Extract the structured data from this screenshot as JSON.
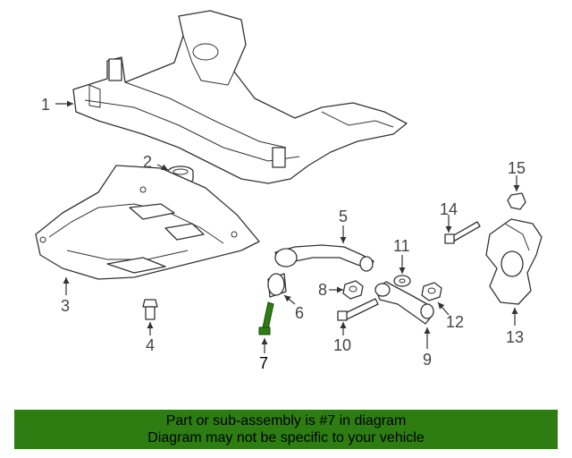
{
  "callouts": [
    "1",
    "2",
    "3",
    "4",
    "5",
    "6",
    "7",
    "8",
    "9",
    "10",
    "11",
    "12",
    "13",
    "14",
    "15"
  ],
  "highlight_part": "7",
  "highlight_color": "#2d7d12",
  "banner": {
    "line1": "Part or sub-assembly is #7 in diagram",
    "line2": "Diagram may not be specific to your vehicle"
  }
}
